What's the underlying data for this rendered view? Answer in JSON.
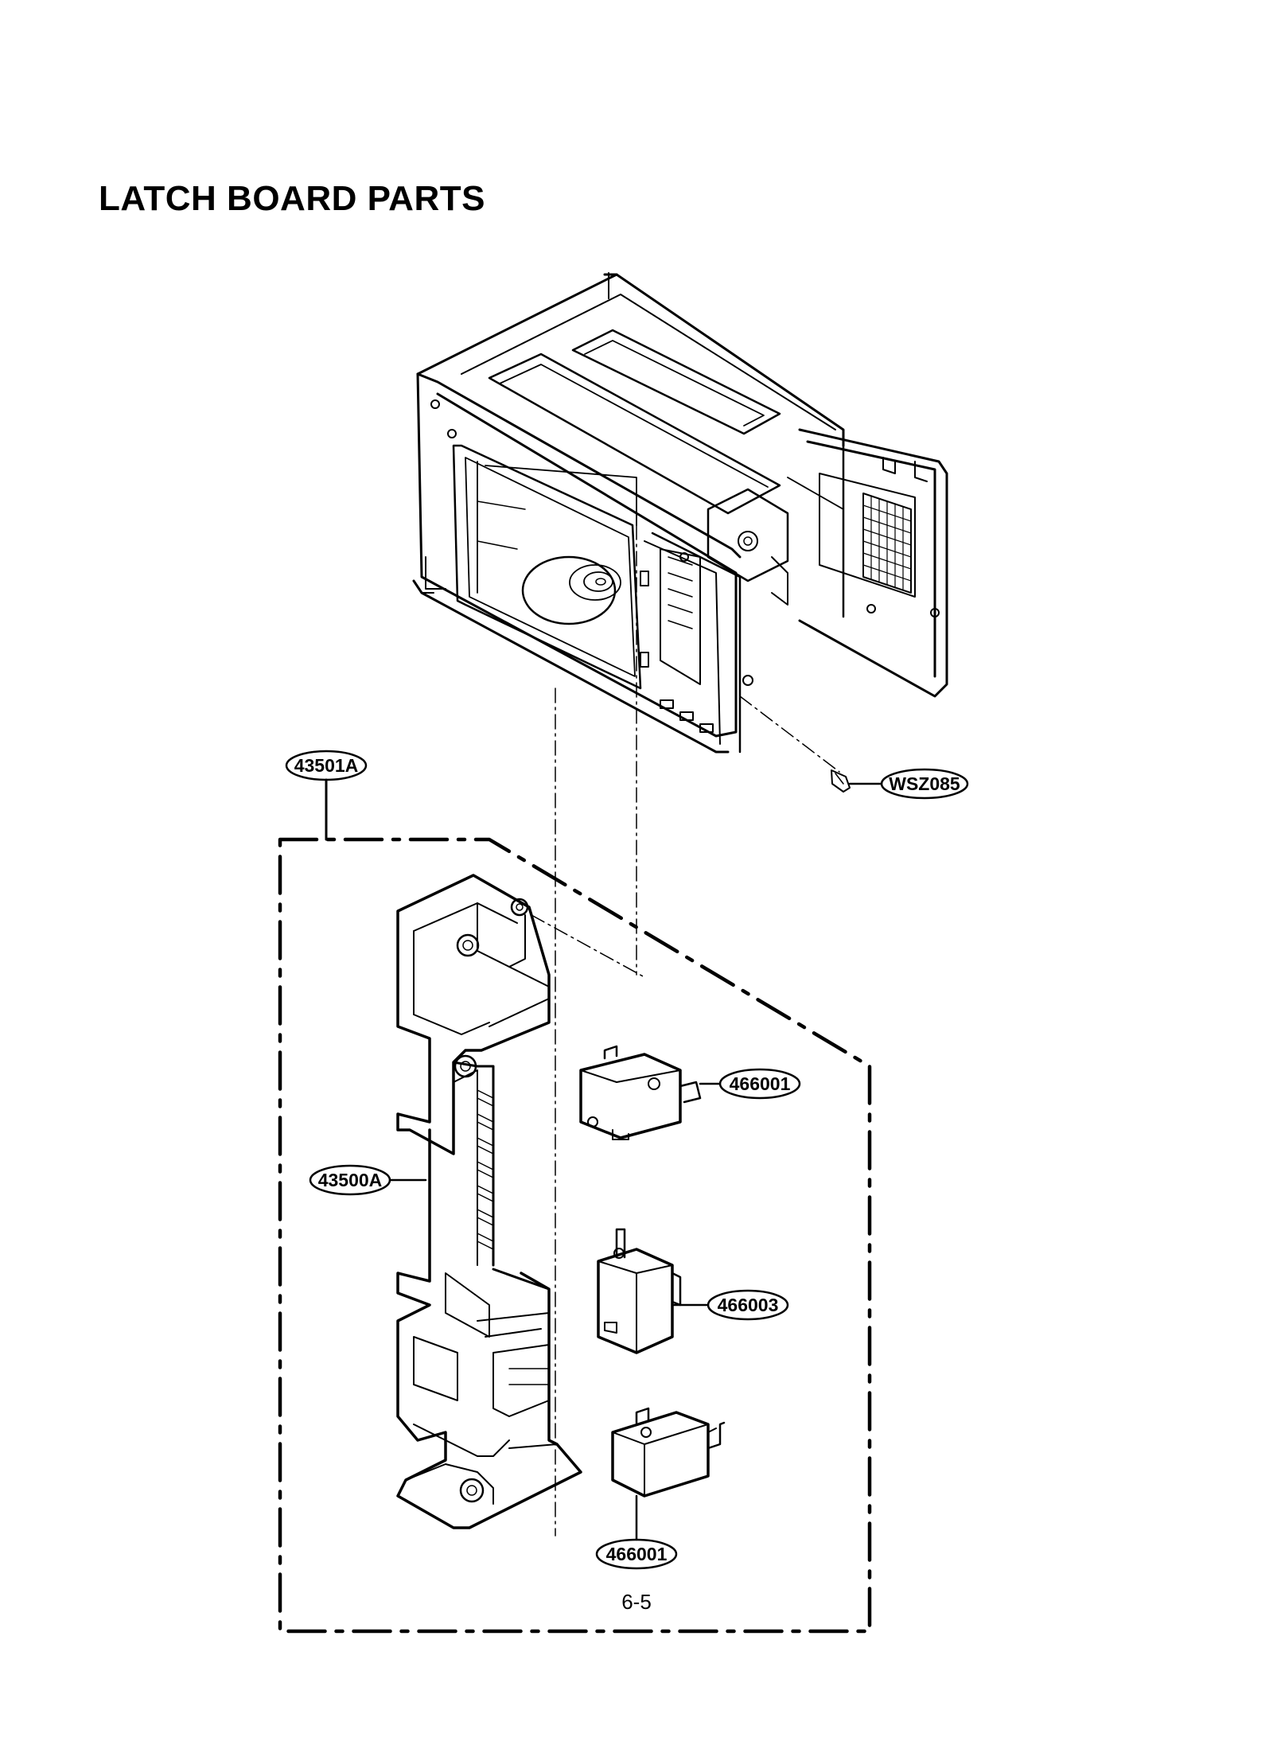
{
  "page": {
    "title": "LATCH BOARD PARTS",
    "page_number": "6-5"
  },
  "parts": {
    "latch_board_assembly": "43501A",
    "latch_board": "43500A",
    "screw": "WSZ085",
    "switch_upper": "466001",
    "switch_middle": "466003",
    "switch_lower": "466001"
  }
}
